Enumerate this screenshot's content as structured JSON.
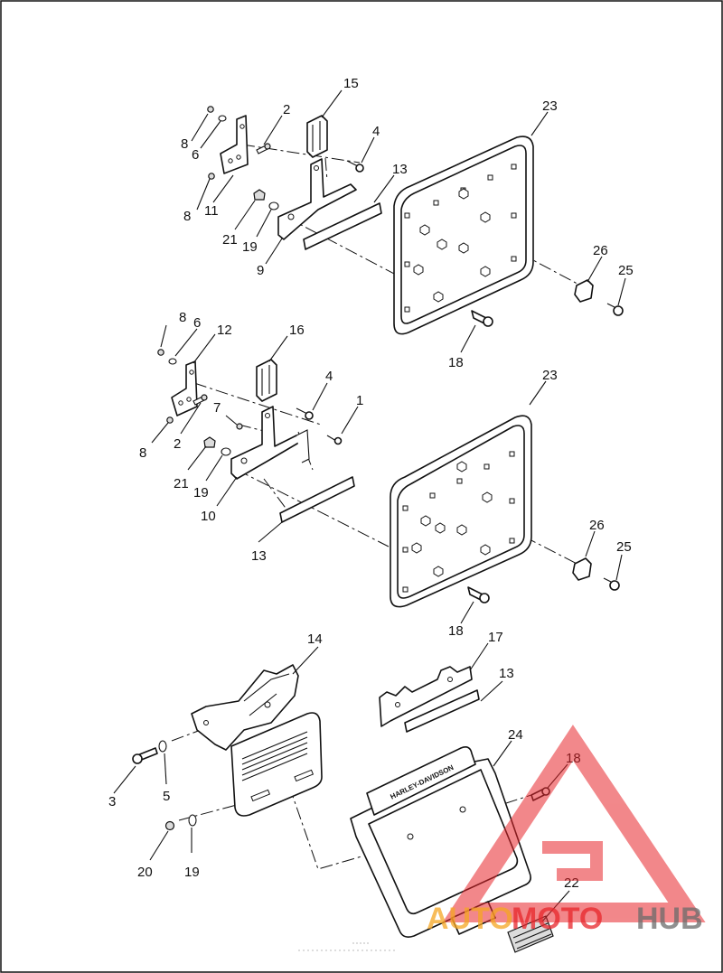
{
  "callouts": {
    "c1": "1",
    "c2a": "2",
    "c2b": "2",
    "c3": "3",
    "c4a": "4",
    "c4b": "4",
    "c5": "5",
    "c6a": "6",
    "c6b": "6",
    "c7": "7",
    "c8a": "8",
    "c8b": "8",
    "c8c": "8",
    "c8d": "8",
    "c9": "9",
    "c10": "10",
    "c11": "11",
    "c12": "12",
    "c13a": "13",
    "c13b": "13",
    "c13c": "13",
    "c14": "14",
    "c15": "15",
    "c16": "16",
    "c17": "17",
    "c18a": "18",
    "c18b": "18",
    "c18c": "18",
    "c19a": "19",
    "c19b": "19",
    "c19c": "19",
    "c20": "20",
    "c21a": "21",
    "c21b": "21",
    "c22": "22",
    "c23a": "23",
    "c23b": "23",
    "c24": "24",
    "c25a": "25",
    "c25b": "25",
    "c26a": "26",
    "c26b": "26"
  },
  "frame_branding": "HARLEY-DAVIDSON",
  "watermark": {
    "text_auto": "AUTO",
    "text_moto": "MOTO",
    "text_hub": "HUB",
    "color_red": "#e8262b",
    "color_yellow": "#f5a623",
    "color_grey": "#6b6b6b"
  }
}
